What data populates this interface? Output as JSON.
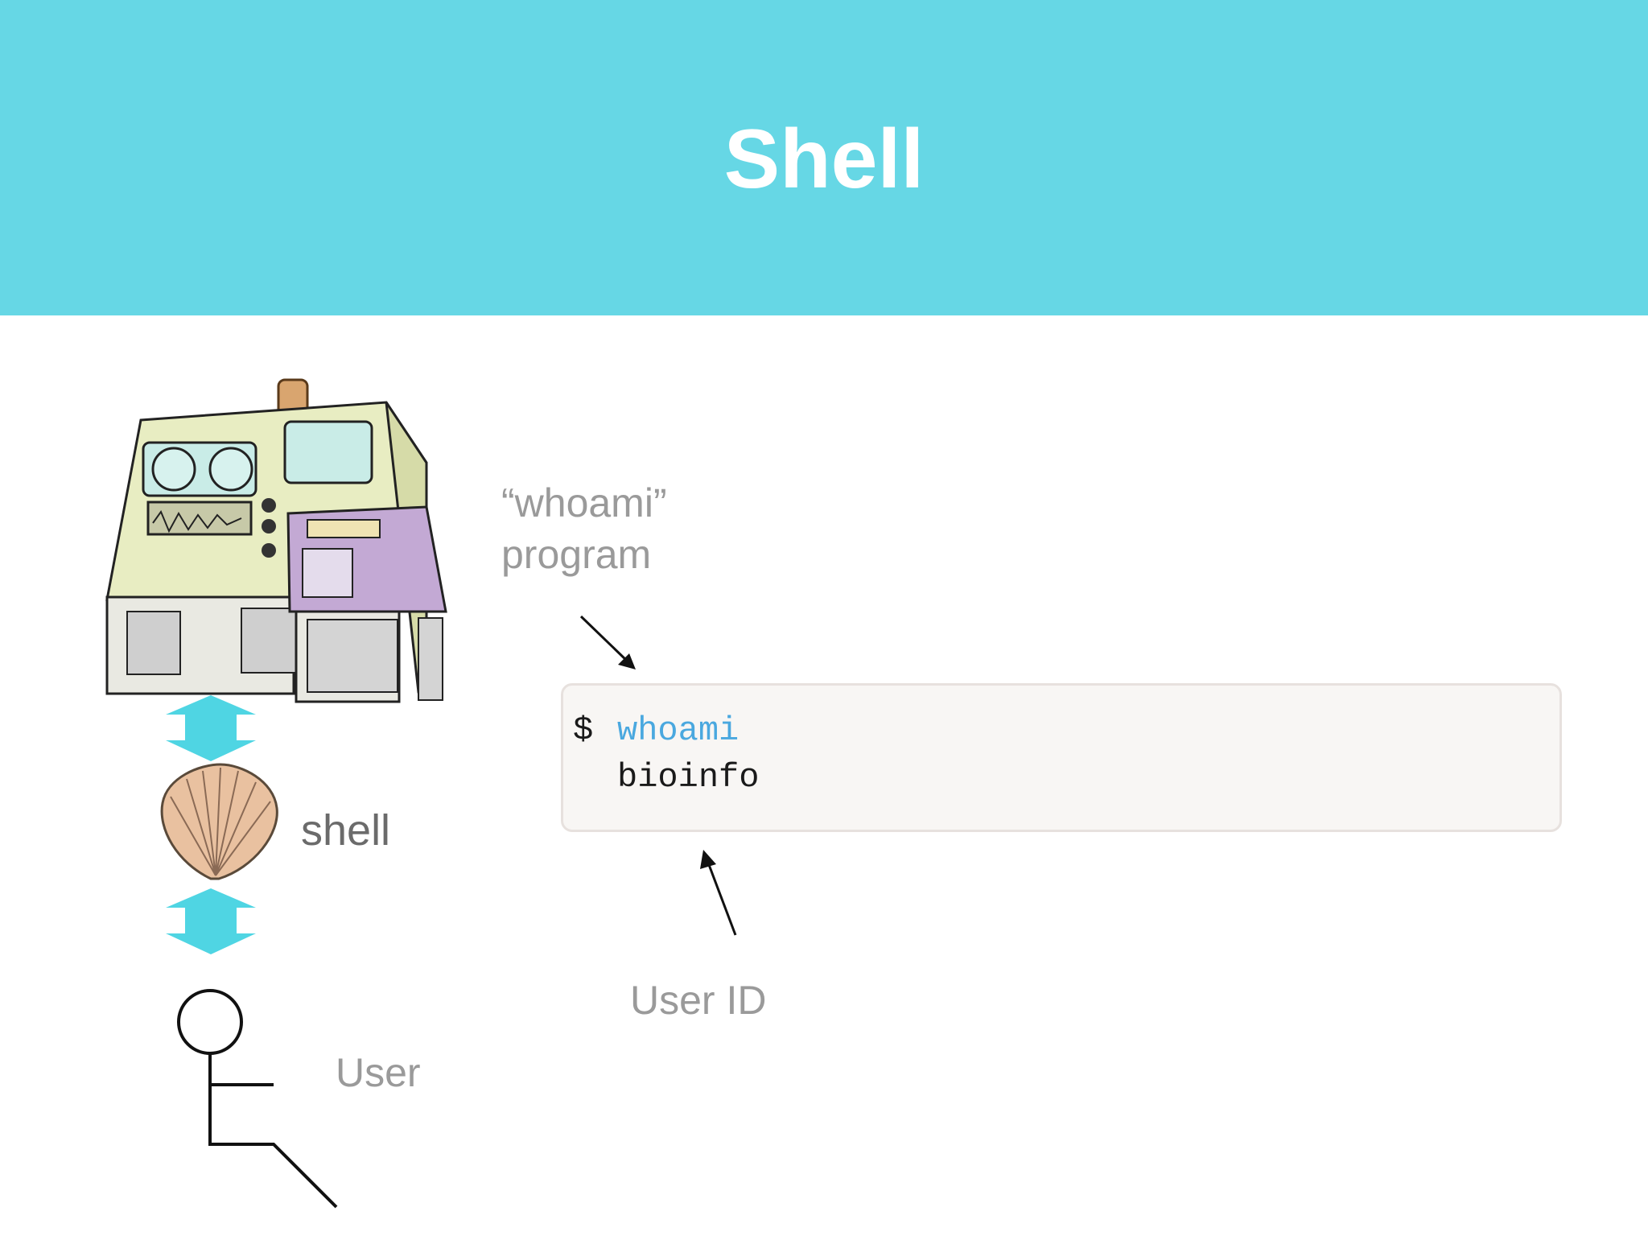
{
  "slide": {
    "title": "Shell",
    "program_label_line1": "“whoami”",
    "program_label_line2": "program",
    "shell_label": "shell",
    "user_label": "User",
    "user_id_label": "User ID"
  },
  "terminal": {
    "prompt": "$",
    "command": "whoami",
    "output": "bioinfo"
  },
  "colors": {
    "header": "#66d7e5",
    "arrow_cyan": "#4fd5e3",
    "command": "#4aa8df",
    "machine_body": "#e9edc4",
    "machine_purple": "#c3a9d4"
  },
  "icons": [
    "computer-machine-icon",
    "seashell-icon",
    "stick-figure-user-icon",
    "double-arrow-icon"
  ]
}
